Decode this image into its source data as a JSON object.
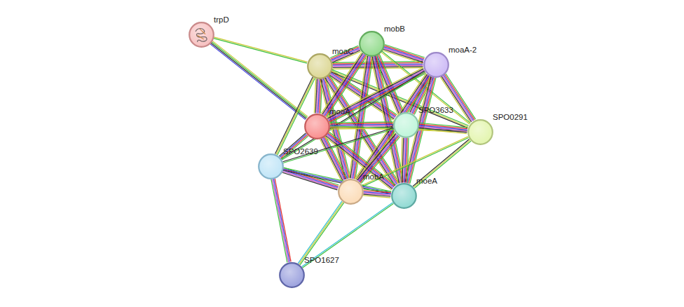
{
  "diagram": {
    "nodes": [
      {
        "text": [
          "trpD"
        ]
      },
      {
        "text": [
          "mobB"
        ]
      },
      {
        "text": [
          "moaC"
        ]
      },
      {
        "text": [
          "moaA-2"
        ]
      },
      {
        "text": [
          "SPO3633"
        ]
      },
      {
        "text": [
          "moaA"
        ]
      },
      {
        "text": [
          "SPO0291"
        ]
      },
      {
        "text": [
          "SPO2639"
        ]
      },
      {
        "text": [
          "mobA"
        ]
      },
      {
        "text": [
          "moeA"
        ]
      },
      {
        "text": [
          "SPO1627"
        ]
      }
    ],
    "edges": [
      {
        "from": 0,
        "to": 2,
        "arrow": "none"
      },
      {
        "from": 0,
        "to": 5,
        "arrow": "none"
      },
      {
        "from": 2,
        "to": 1,
        "arrow": "none"
      },
      {
        "from": 2,
        "to": 3,
        "arrow": "none"
      },
      {
        "from": 2,
        "to": 5,
        "arrow": "none"
      },
      {
        "from": 2,
        "to": 4,
        "arrow": "none"
      },
      {
        "from": 2,
        "to": 6,
        "arrow": "none"
      },
      {
        "from": 2,
        "to": 7,
        "arrow": "none"
      },
      {
        "from": 2,
        "to": 8,
        "arrow": "none"
      },
      {
        "from": 2,
        "to": 9,
        "arrow": "none"
      },
      {
        "from": 1,
        "to": 3,
        "arrow": "none"
      },
      {
        "from": 1,
        "to": 5,
        "arrow": "none"
      },
      {
        "from": 1,
        "to": 4,
        "arrow": "none"
      },
      {
        "from": 1,
        "to": 6,
        "arrow": "none"
      },
      {
        "from": 1,
        "to": 8,
        "arrow": "none"
      },
      {
        "from": 1,
        "to": 9,
        "arrow": "none"
      },
      {
        "from": 3,
        "to": 5,
        "arrow": "none"
      },
      {
        "from": 3,
        "to": 4,
        "arrow": "none"
      },
      {
        "from": 3,
        "to": 6,
        "arrow": "none"
      },
      {
        "from": 3,
        "to": 8,
        "arrow": "none"
      },
      {
        "from": 3,
        "to": 9,
        "arrow": "none"
      },
      {
        "from": 3,
        "to": 7,
        "arrow": "none"
      },
      {
        "from": 5,
        "to": 4,
        "arrow": "none"
      },
      {
        "from": 5,
        "to": 6,
        "arrow": "none"
      },
      {
        "from": 5,
        "to": 7,
        "arrow": "none"
      },
      {
        "from": 5,
        "to": 8,
        "arrow": "none"
      },
      {
        "from": 5,
        "to": 9,
        "arrow": "none"
      },
      {
        "from": 4,
        "to": 6,
        "arrow": "none"
      },
      {
        "from": 4,
        "to": 8,
        "arrow": "none"
      },
      {
        "from": 4,
        "to": 9,
        "arrow": "none"
      },
      {
        "from": 4,
        "to": 7,
        "arrow": "none"
      },
      {
        "from": 6,
        "to": 9,
        "arrow": "none"
      },
      {
        "from": 6,
        "to": 8,
        "arrow": "none"
      },
      {
        "from": 7,
        "to": 8,
        "arrow": "none"
      },
      {
        "from": 7,
        "to": 9,
        "arrow": "none"
      },
      {
        "from": 7,
        "to": 10,
        "arrow": "none"
      },
      {
        "from": 8,
        "to": 9,
        "arrow": "none"
      },
      {
        "from": 8,
        "to": 10,
        "arrow": "none"
      },
      {
        "from": 9,
        "to": 10,
        "arrow": "none"
      }
    ]
  }
}
